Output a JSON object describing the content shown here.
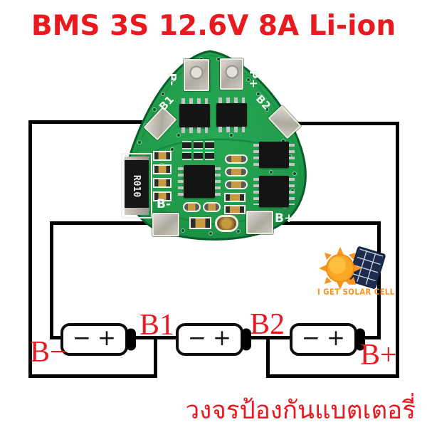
{
  "title": "BMS 3S 12.6V 8A Li-ion",
  "caption_thai": "วงจรป้องกันแบตเตอรี่",
  "logo": {
    "text": "I GET SOLAR CELL"
  },
  "colors": {
    "title_red": "#e8191f",
    "label_red": "#e8191f",
    "pcb_green": "#209a4b",
    "pcb_green_dark": "#0e6f35",
    "wire_black": "#000000",
    "logo_orange": "#f7941e",
    "panel_navy": "#1d2c4e"
  },
  "pcb": {
    "silkscreen": {
      "p_minus": "P-",
      "p_plus": "P+",
      "b1": "B1",
      "b2": "B2",
      "b_minus": "B-",
      "b_plus": "B+",
      "shunt": "R010"
    }
  },
  "diagram": {
    "terminals": {
      "b_minus": "B−",
      "b1": "B1",
      "b2": "B2",
      "b_plus": "B+"
    },
    "battery": {
      "minus": "−",
      "plus": "+"
    }
  }
}
